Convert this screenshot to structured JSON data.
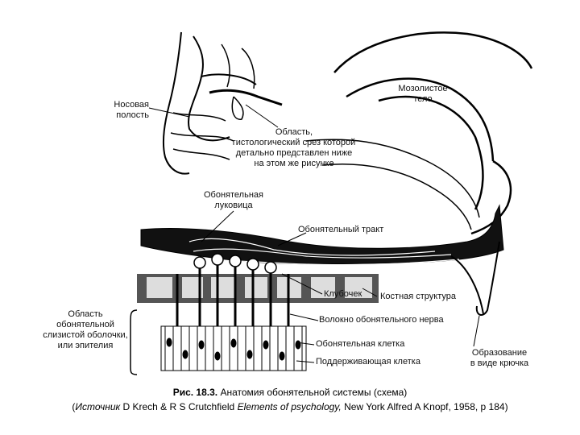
{
  "labels": {
    "nasal_cavity": [
      "Носовая",
      "полость"
    ],
    "region_section": [
      "Область,",
      "гистологический срез которой",
      "детально представлен ниже",
      "на этом же рисунке"
    ],
    "corpus_callosum": [
      "Мозолистое",
      "тело"
    ],
    "olfactory_bulb": [
      "Обонятельная",
      "луковица"
    ],
    "olfactory_tract": "Обонятельный тракт",
    "glomerulus": "Клубочек",
    "bone_structure": "Костная структура",
    "nerve_fibers": "Волокно обонятельного нерва",
    "olfactory_cell": "Обонятельная клетка",
    "supporting_cell": "Поддерживающая клетка",
    "mucosa_region": [
      "Область",
      "обонятельной",
      "слизистой оболочки,",
      "или эпителия"
    ],
    "hook_formation": [
      "Образование",
      "в виде крючка"
    ]
  },
  "caption": {
    "figure_num": "Рис. 18.3.",
    "figure_title": "Анатомия обонятельной системы (схема)",
    "source_open": "(",
    "source_label": "Источник",
    "source_authors": "D Krech & R S Crutchfield",
    "source_book": "Elements of psychology,",
    "source_pub": "New York Alfred A Knopf, 1958, p 184)"
  }
}
